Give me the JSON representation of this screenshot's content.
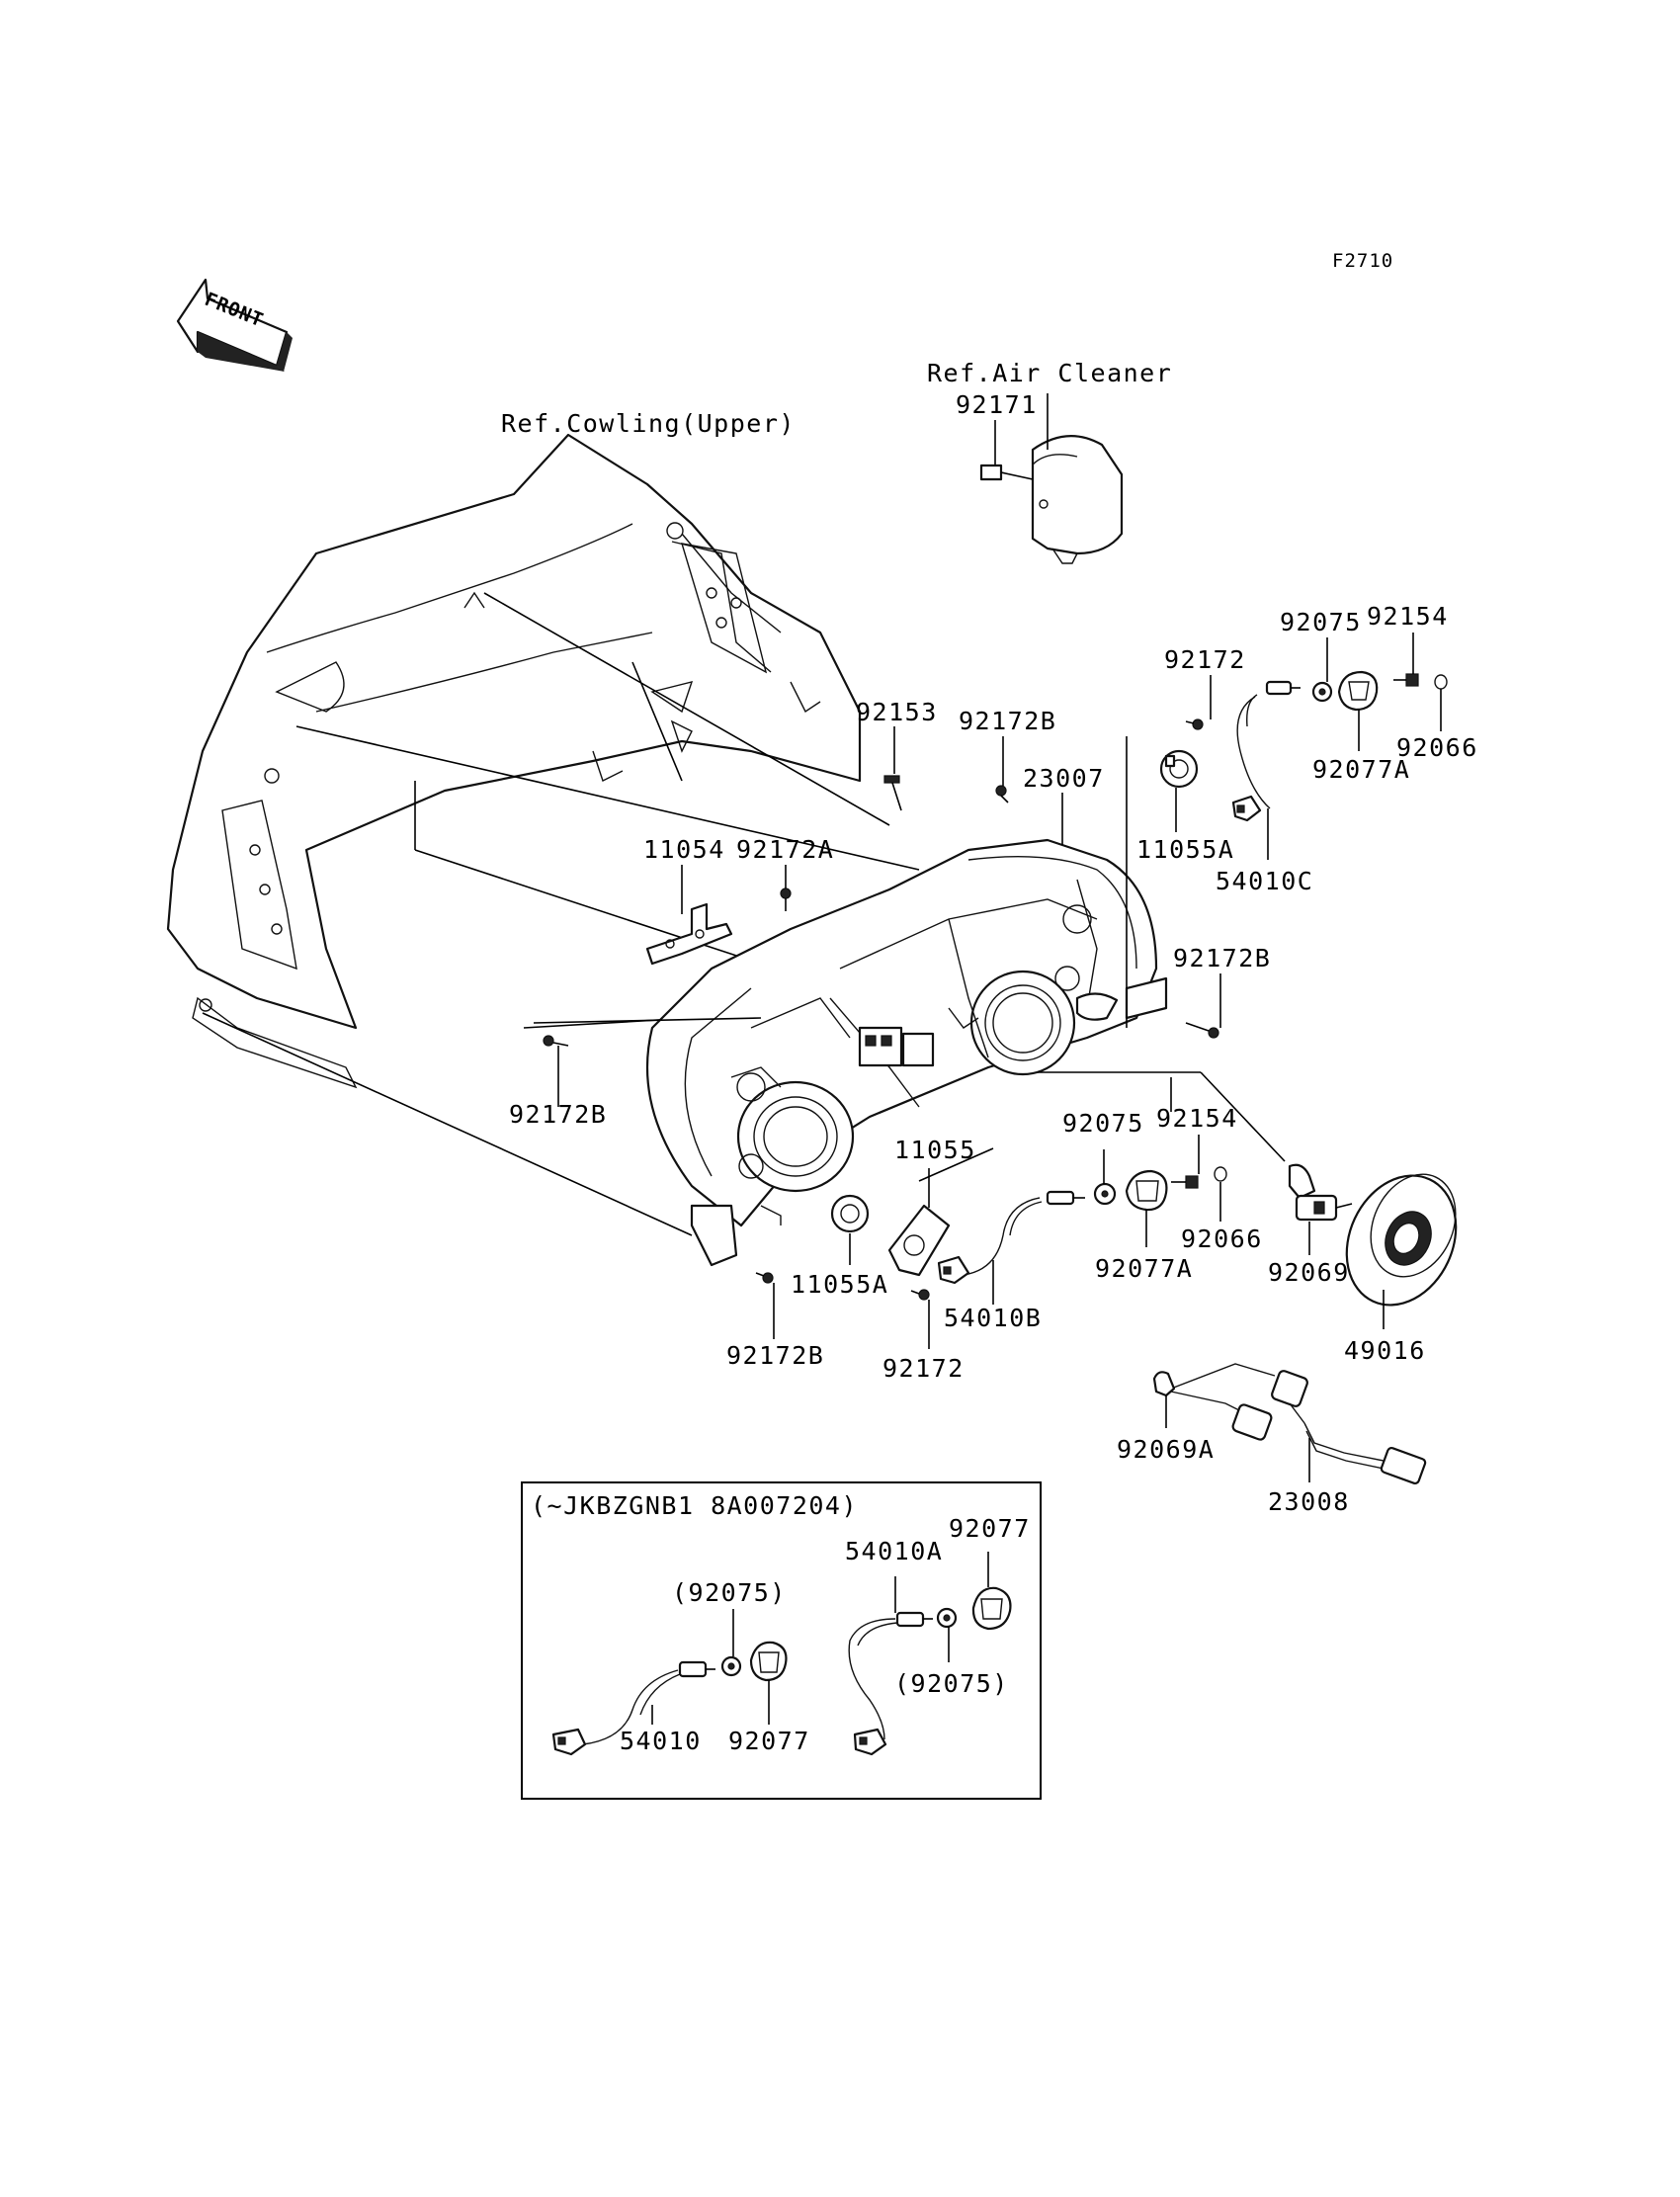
{
  "figure_code": "F2710",
  "front_label": "FRONT",
  "refs": {
    "air_cleaner": "Ref.Air Cleaner",
    "cowling_upper": "Ref.Cowling(Upper)"
  },
  "labels": {
    "p92171": "92171",
    "p92075_top": "92075",
    "p92154_top": "92154",
    "p92172_top": "92172",
    "p92066_top": "92066",
    "p92077A_top": "92077A",
    "p92153": "92153",
    "p92172B_a": "92172B",
    "p23007": "23007",
    "p11055A_top": "11055A",
    "p54010C": "54010C",
    "p11054": "11054",
    "p92172A": "92172A",
    "p92172B_b": "92172B",
    "p92172B_c": "92172B",
    "p92075_mid": "92075",
    "p92154_mid": "92154",
    "p11055": "11055",
    "p92066_mid": "92066",
    "p92077A_mid": "92077A",
    "p92069": "92069",
    "p11055A_bot": "11055A",
    "p54010B": "54010B",
    "p92172B_d": "92172B",
    "p92172_bot": "92172",
    "p49016": "49016",
    "p92069A": "92069A",
    "p23008": "23008"
  },
  "inset": {
    "title": "(~JKBZGNB1 8A007204)",
    "p54010A": "54010A",
    "p92077_a": "92077",
    "p92075_a": "(92075)",
    "p92075_b": "(92075)",
    "p54010": "54010",
    "p92077_b": "92077"
  }
}
